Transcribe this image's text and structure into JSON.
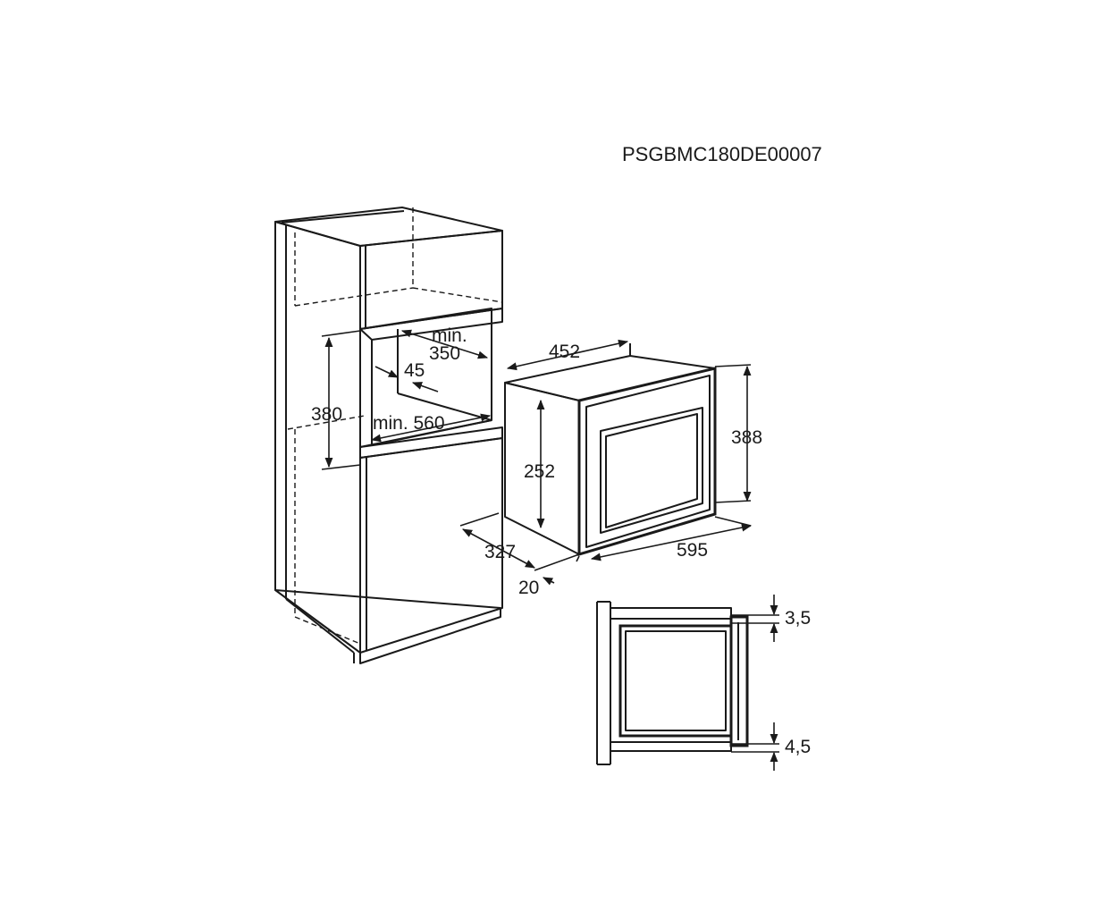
{
  "header": {
    "model_code": "PSGBMC180DE00007"
  },
  "niche_dimensions": {
    "min_label": "min.",
    "depth_top": "350",
    "gap": "45",
    "height": "380",
    "min_width_label": "min. 560"
  },
  "appliance_dimensions": {
    "depth": "452",
    "height_outer": "388",
    "body_height": "252",
    "width": "595",
    "body_depth": "327",
    "front_offset": "20"
  },
  "side_section": {
    "top_gap": "3,5",
    "bottom_gap": "4,5"
  },
  "colors": {
    "line": "#1a1a1a",
    "background": "#ffffff"
  }
}
